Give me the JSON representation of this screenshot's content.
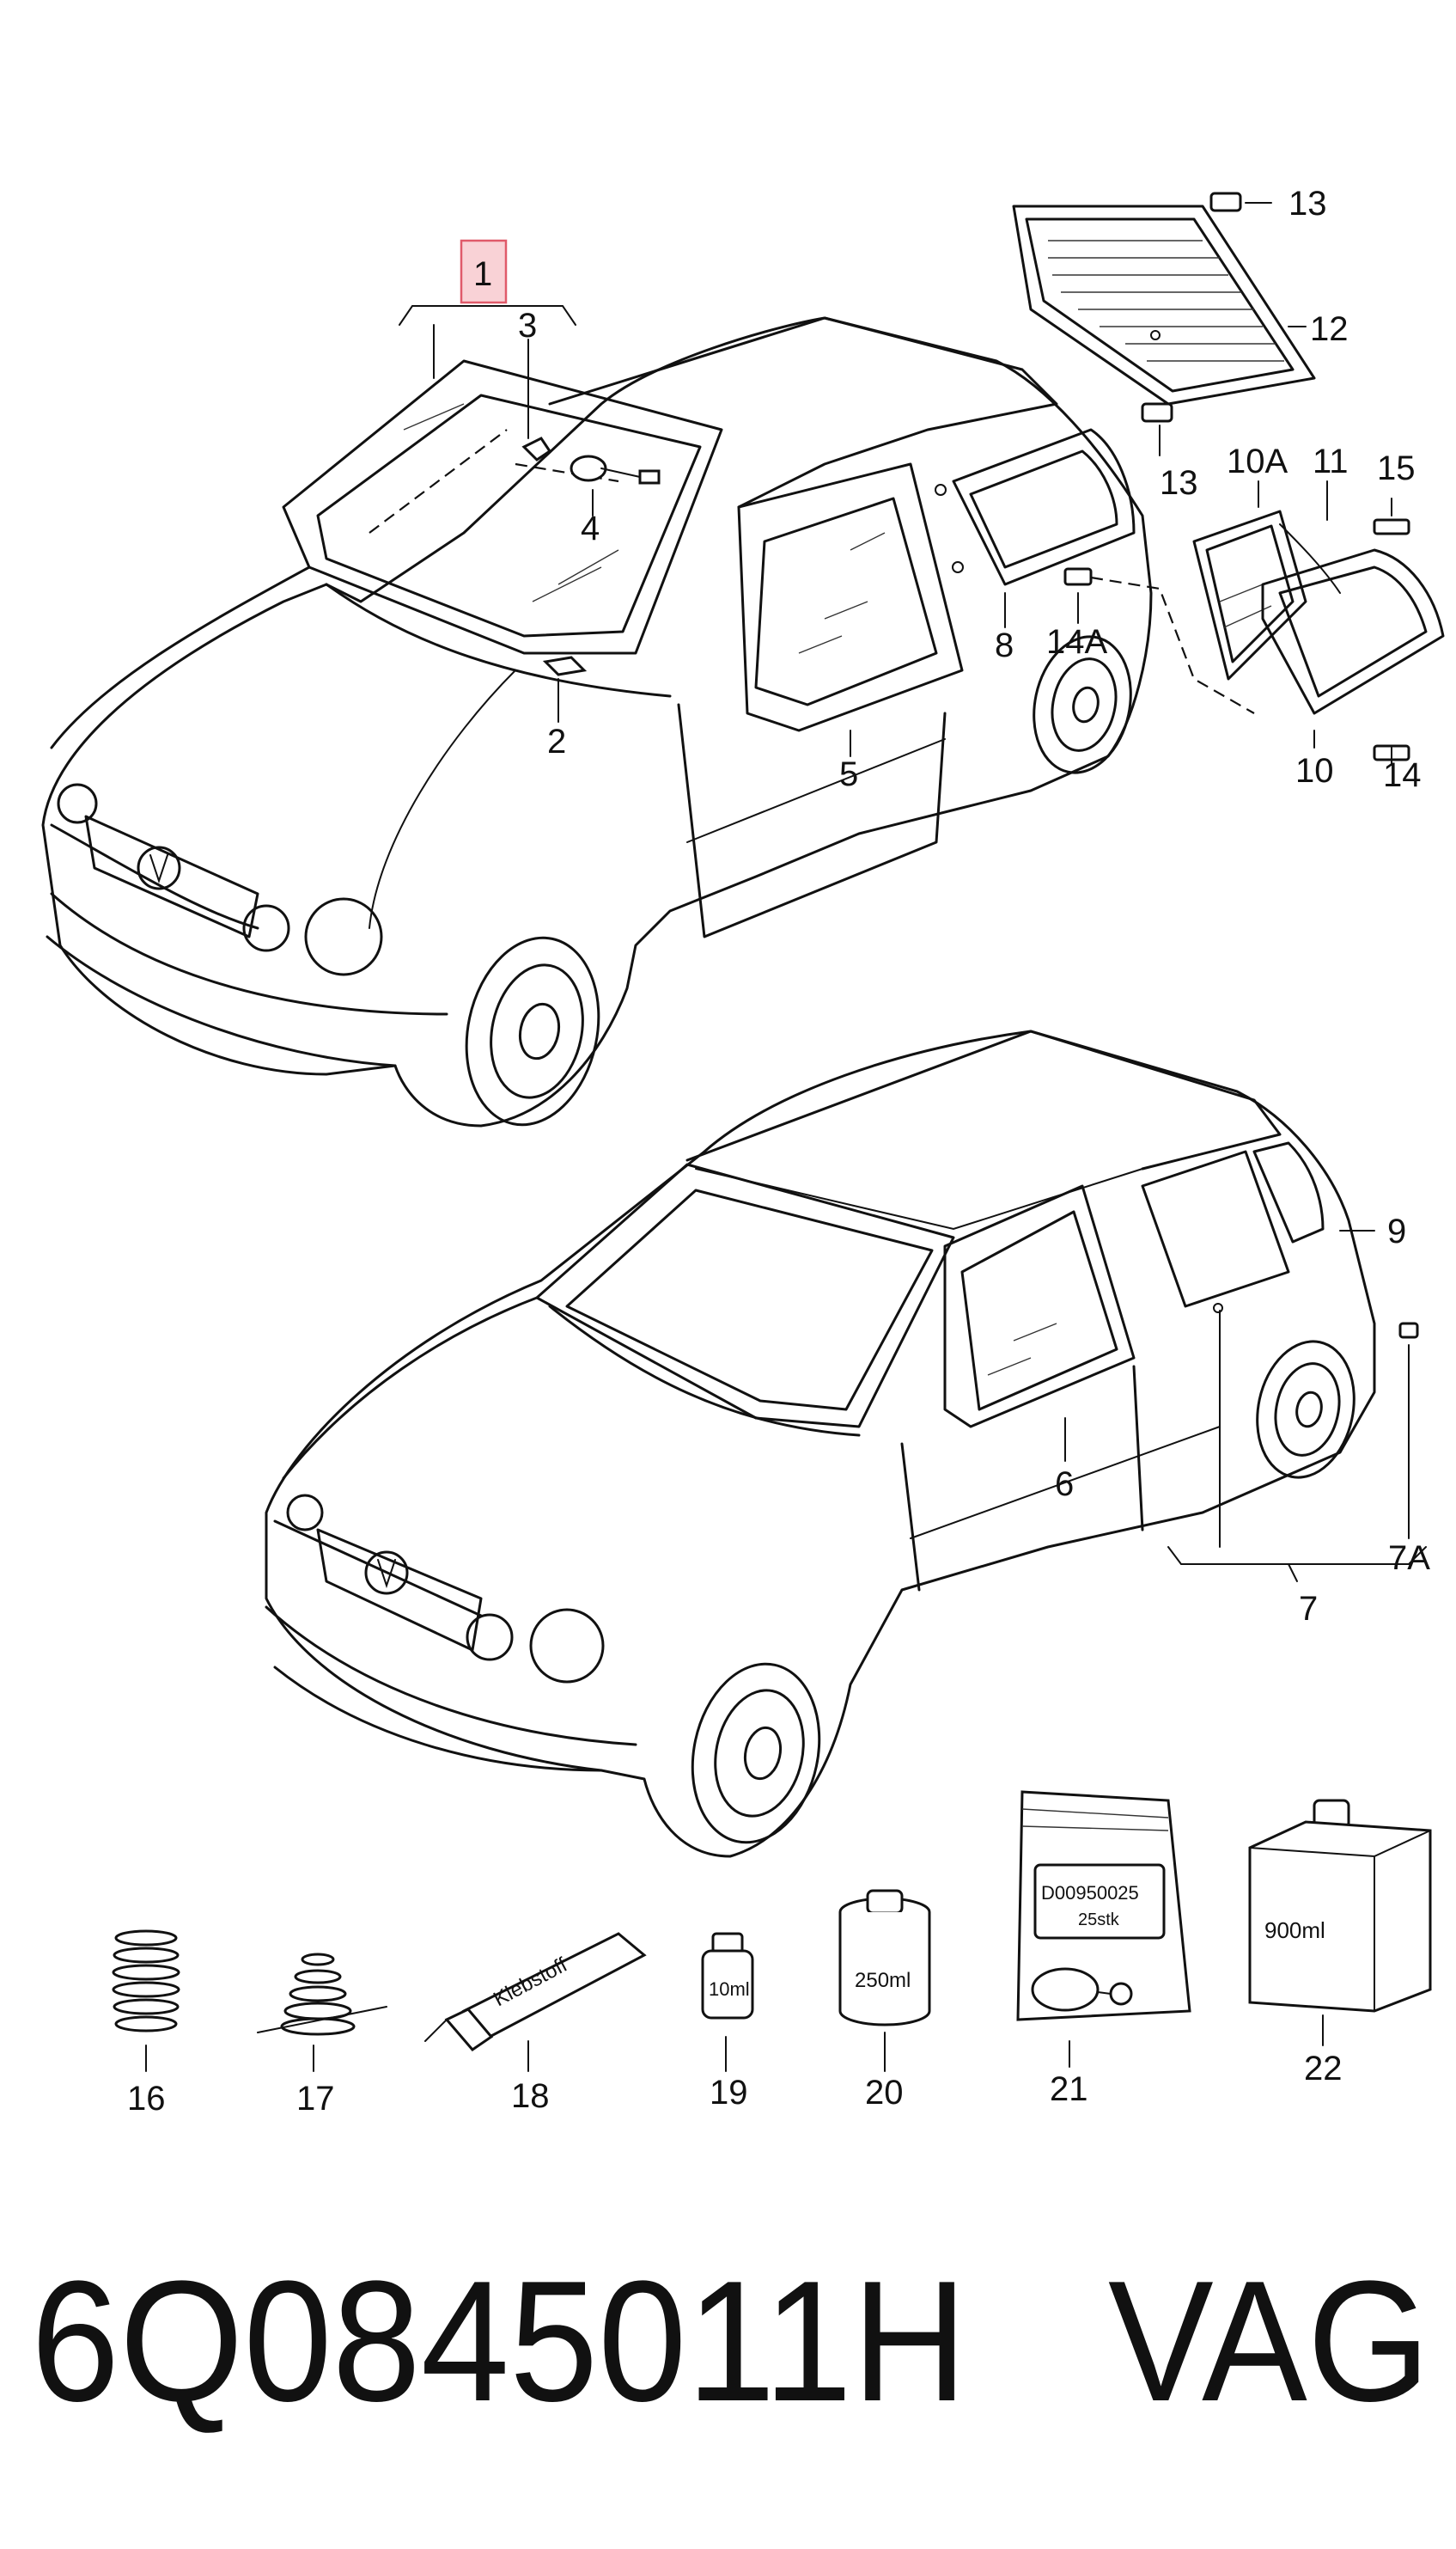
{
  "callouts": {
    "c1": "1",
    "c2": "2",
    "c3": "3",
    "c4": "4",
    "c5": "5",
    "c6": "6",
    "c7": "7",
    "c7a": "7A",
    "c8": "8",
    "c9": "9",
    "c10": "10",
    "c10a": "10A",
    "c11": "11",
    "c12": "12",
    "c13_top": "13",
    "c13_bottom": "13",
    "c14": "14",
    "c14a": "14A",
    "c15": "15",
    "c16": "16",
    "c17": "17",
    "c18": "18",
    "c19": "19",
    "c20": "20",
    "c21": "21",
    "c22": "22"
  },
  "packaging": {
    "tube": "Klebstoff",
    "bottle_small": "10ml",
    "can": "250ml",
    "bag_code": "D00950025",
    "bag_qty": "25stk",
    "canister": "900ml"
  },
  "footer": {
    "part_number": "6Q0845011H",
    "brand": "VAG"
  },
  "colors": {
    "highlight_fill": "#f9d2d6",
    "highlight_stroke": "#e05a6a",
    "line": "#111111"
  }
}
